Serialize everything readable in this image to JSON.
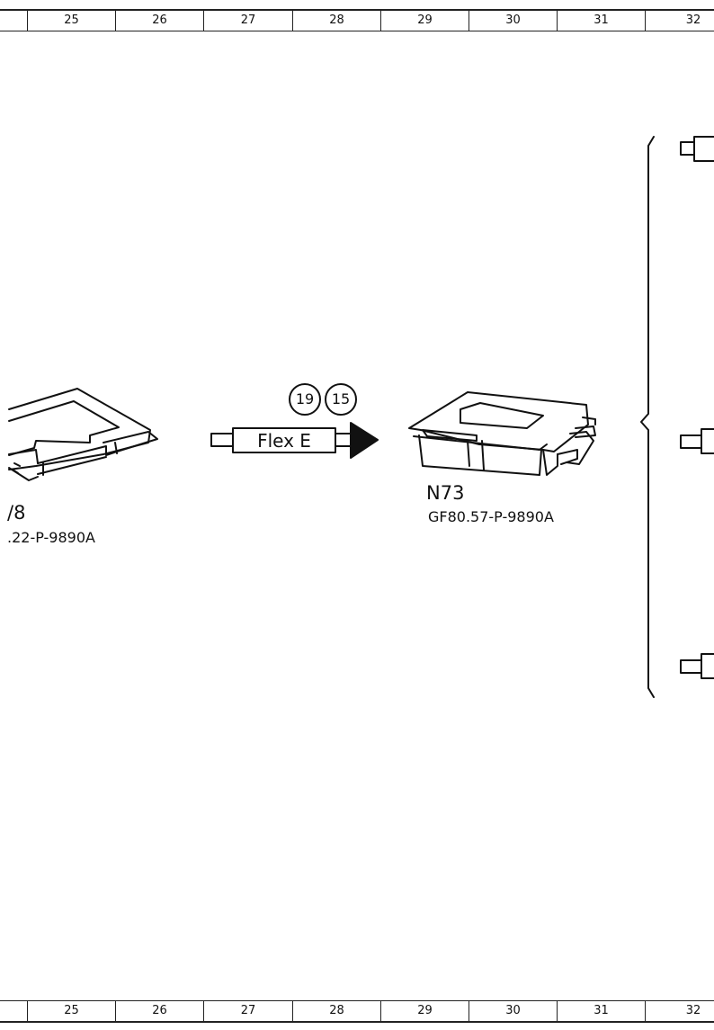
{
  "ruler_columns": [
    "25",
    "26",
    "27",
    "28",
    "29",
    "30",
    "31",
    "32"
  ],
  "left_module": {
    "name": "/8",
    "part_ref": ".22-P-9890A"
  },
  "connection": {
    "label": "Flex E",
    "refs": [
      "19",
      "15"
    ]
  },
  "right_module": {
    "name": "N73",
    "part_ref": "GF80.57-P-9890A"
  }
}
